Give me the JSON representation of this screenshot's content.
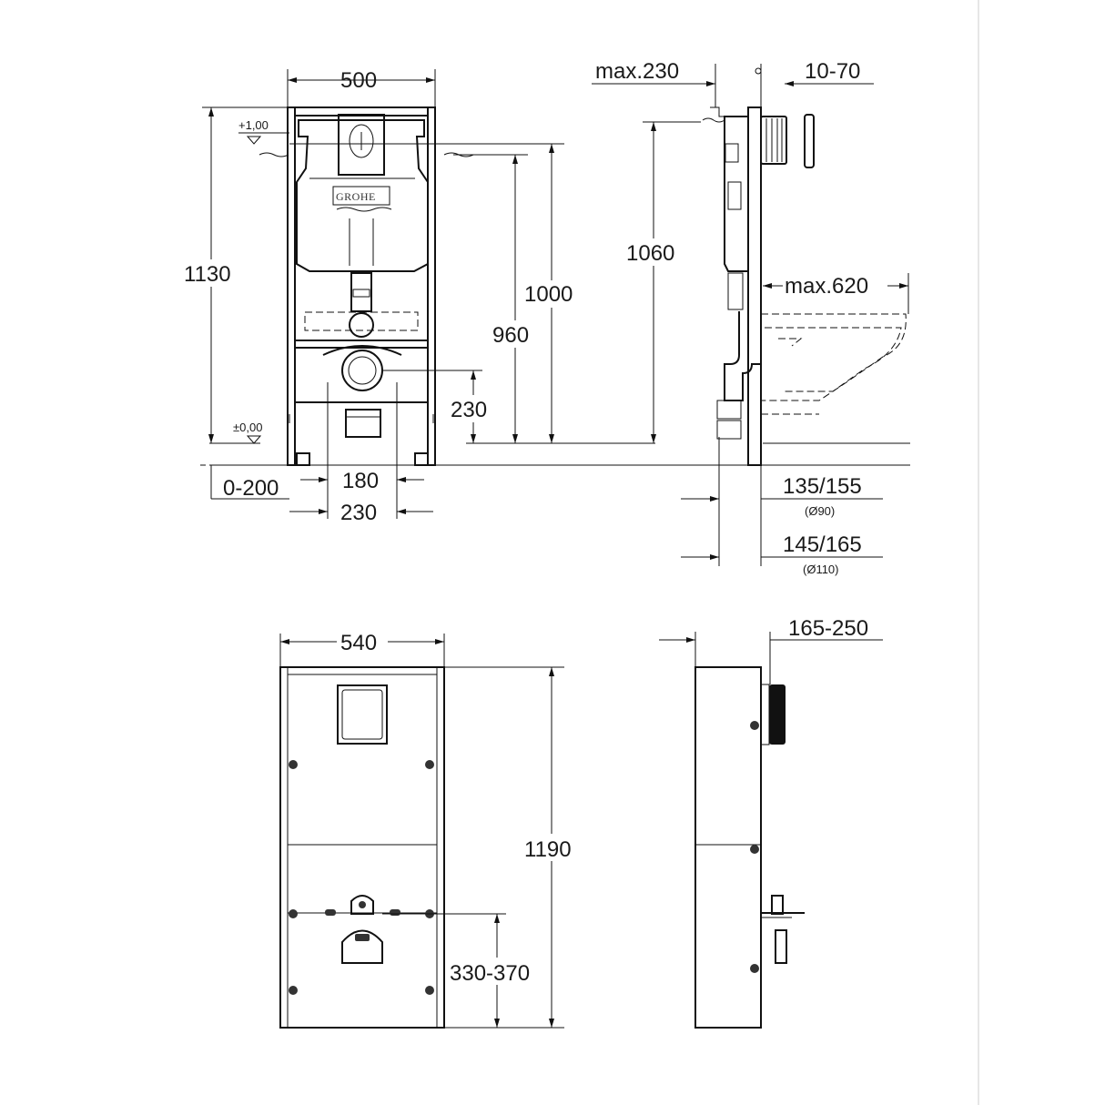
{
  "front_frame": {
    "width_label": "500",
    "height_label": "1130",
    "level_top": "+1,00",
    "level_floor": "±0,00",
    "floor_offset": "0-200",
    "spacing_inner": "180",
    "spacing_outer": "230",
    "h_1000": "1000",
    "h_960": "960",
    "h_230": "230",
    "brand": "GROHE"
  },
  "side_frame": {
    "max_230": "max.230",
    "range_10_70": "10-70",
    "h_1060": "1060",
    "max_620": "max.620",
    "depth_a": "135/155",
    "depth_a_note": "(Ø90)",
    "depth_b": "145/165",
    "depth_b_note": "(Ø110)"
  },
  "front_cover": {
    "width_label": "540",
    "height_label": "1190",
    "outlet_range": "330-370"
  },
  "side_cover": {
    "depth_range": "165-250"
  }
}
